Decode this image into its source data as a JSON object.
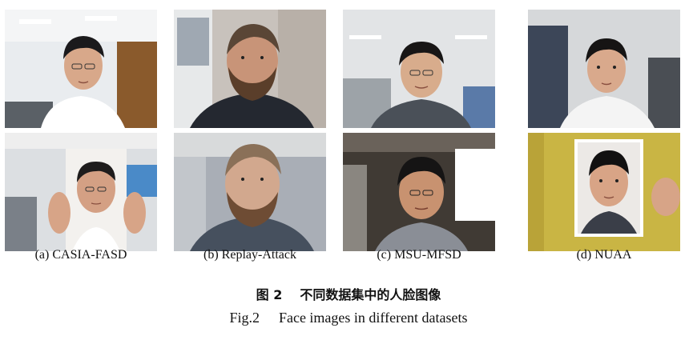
{
  "figure": {
    "panels": [
      {
        "id": "casia",
        "caption": "(a) CASIA-FASD"
      },
      {
        "id": "replay",
        "caption": "(b) Replay-Attack"
      },
      {
        "id": "msu",
        "caption": "(c) MSU-MFSD"
      },
      {
        "id": "nuaa",
        "caption": "(d) NUAA"
      }
    ],
    "caption_cn_num": "图 2",
    "caption_cn_text": "不同数据集中的人脸图像",
    "caption_en_num": "Fig.2",
    "caption_en_text": "Face images in different datasets"
  },
  "colors": {
    "office_wall": "#d9dde0",
    "dark_office": "#3a3430",
    "skin": "#d9a585",
    "hair": "#1c1a1a",
    "yellow_shirt": "#c9b544"
  }
}
